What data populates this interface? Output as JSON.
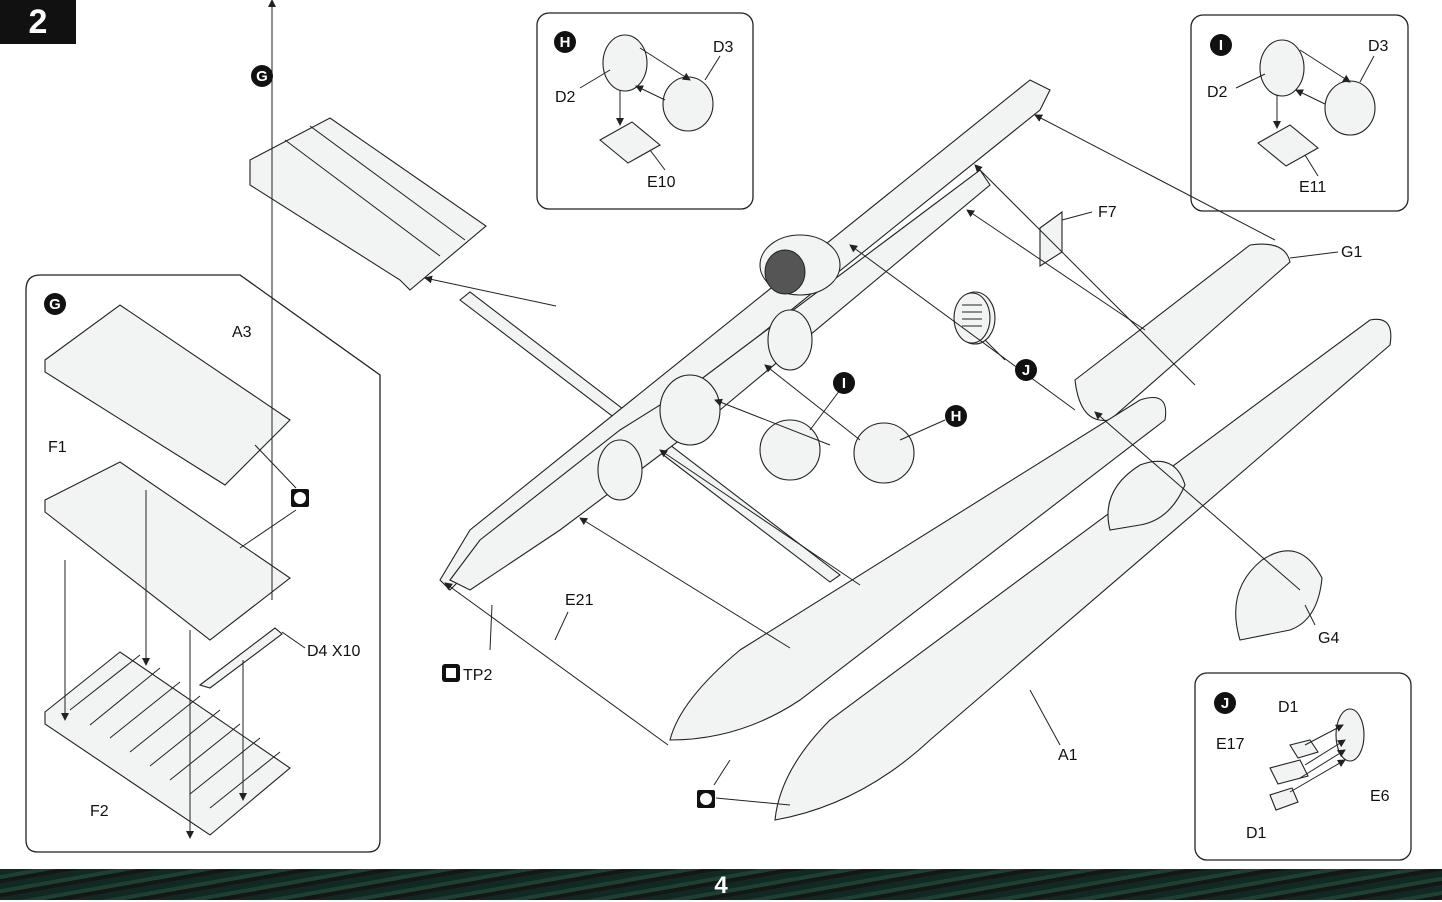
{
  "step_number": "2",
  "page_number": "4",
  "callouts": {
    "g_top": "G",
    "g_box": "G",
    "h_box": "H",
    "i_box": "I",
    "j_box": "J",
    "j_main": "J",
    "i_main": "I",
    "h_main": "H"
  },
  "box_g": {
    "a3": "A3",
    "f1": "F1",
    "f2": "F2",
    "d4": "D4 X10"
  },
  "box_h": {
    "d3": "D3",
    "d2": "D2",
    "e10": "E10"
  },
  "box_i": {
    "d3": "D3",
    "d2": "D2",
    "e11": "E11"
  },
  "box_j": {
    "d1_top": "D1",
    "e17": "E17",
    "e6": "E6",
    "d1_bottom": "D1"
  },
  "main": {
    "f7": "F7",
    "g1": "G1",
    "e21": "E21",
    "tp2": "TP2",
    "g4": "G4",
    "a1": "A1"
  },
  "icons": [
    "glue-icon",
    "photo-etch-icon",
    "arrow-icon"
  ]
}
